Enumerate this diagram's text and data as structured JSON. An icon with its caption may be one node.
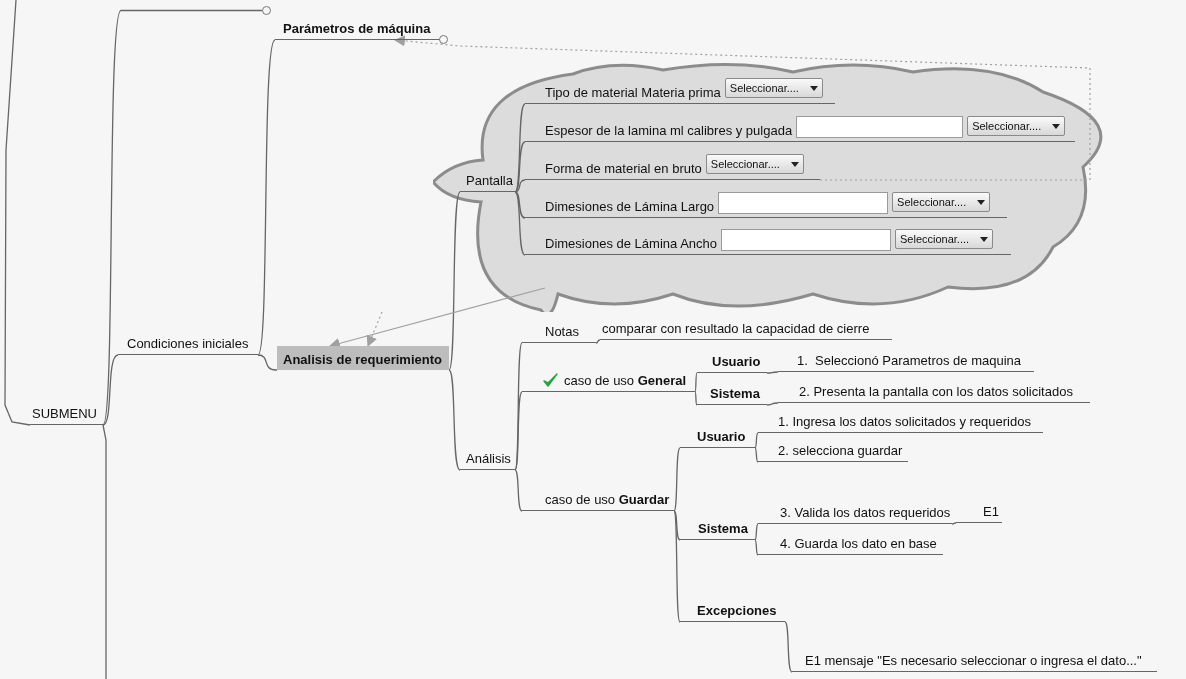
{
  "diagram": {
    "nodes": [
      {
        "text": [
          "SUBMENU"
        ]
      },
      {
        "text": [],
        "shape": "circle"
      },
      {
        "text": [
          "Condiciones iniciales"
        ]
      },
      {
        "text": [
          "Parámetros de máquina"
        ]
      },
      {
        "text": [
          "Analisis de requerimiento"
        ]
      },
      {
        "text": [],
        "shape": "cloud"
      },
      {
        "text": [
          "Pantalla"
        ],
        "in": 5
      },
      {
        "text": [
          "Tipo de material Materia prima",
          "Seleccionar...."
        ],
        "in": 5
      },
      {
        "text": [
          "Espesor de la lamina ml calibres y pulgada",
          "Seleccionar...."
        ],
        "in": 5
      },
      {
        "text": [
          "Forma de material en bruto",
          "Seleccionar...."
        ],
        "in": 5
      },
      {
        "text": [
          "Dimesiones de Lámina Largo",
          "Seleccionar...."
        ],
        "in": 5
      },
      {
        "text": [
          "Dimesiones de Lámina Ancho",
          "Seleccionar...."
        ],
        "in": 5
      },
      {
        "text": [
          "Análisis"
        ]
      },
      {
        "text": [
          "Notas"
        ]
      },
      {
        "text": [
          "comparar con resultado la capacidad de cierre"
        ]
      },
      {
        "text": [
          "caso de uso **General**"
        ]
      },
      {
        "text": [
          "Usuario"
        ]
      },
      {
        "text": [
          "1.  Seleccionó Parametros de maquina"
        ]
      },
      {
        "text": [
          "Sistema"
        ]
      },
      {
        "text": [
          "2. Presenta la pantalla con los datos solicitados"
        ]
      },
      {
        "text": [
          "caso de uso **Guardar**"
        ]
      },
      {
        "text": [
          "Usuario"
        ]
      },
      {
        "text": [
          "1. Ingresa los datos solicitados y requeridos"
        ]
      },
      {
        "text": [
          "2. selecciona guardar"
        ]
      },
      {
        "text": [
          "Sistema"
        ]
      },
      {
        "text": [
          "3. Valida los datos requeridos"
        ]
      },
      {
        "text": [
          "E1"
        ]
      },
      {
        "text": [
          "4. Guarda los dato en base"
        ]
      },
      {
        "text": [
          "Excepciones"
        ]
      },
      {
        "text": [
          "E1 mensaje \"Es necesario seleccionar o ingresa el dato...\""
        ]
      }
    ],
    "edges": [
      {
        "from": null,
        "to": 0,
        "arrow": "none"
      },
      {
        "from": 0,
        "to": null,
        "arrow": "none"
      },
      {
        "from": 0,
        "to": 1,
        "arrow": "none"
      },
      {
        "from": 0,
        "to": 2,
        "arrow": "none"
      },
      {
        "from": 2,
        "to": 3,
        "arrow": "none"
      },
      {
        "from": 2,
        "to": 4,
        "arrow": "none"
      },
      {
        "from": 4,
        "to": 6,
        "arrow": "none"
      },
      {
        "from": 4,
        "to": 12,
        "arrow": "none"
      },
      {
        "from": 6,
        "to": 7,
        "arrow": "none"
      },
      {
        "from": 6,
        "to": 8,
        "arrow": "none"
      },
      {
        "from": 6,
        "to": 9,
        "arrow": "none"
      },
      {
        "from": 6,
        "to": 10,
        "arrow": "none"
      },
      {
        "from": 6,
        "to": 11,
        "arrow": "none"
      },
      {
        "from": 12,
        "to": 13,
        "arrow": "none"
      },
      {
        "from": 12,
        "to": 15,
        "arrow": "none"
      },
      {
        "from": 12,
        "to": 20,
        "arrow": "none"
      },
      {
        "from": 13,
        "to": 14,
        "arrow": "none"
      },
      {
        "from": 15,
        "to": 16,
        "arrow": "none"
      },
      {
        "from": 15,
        "to": 18,
        "arrow": "none"
      },
      {
        "from": 16,
        "to": 17,
        "arrow": "none"
      },
      {
        "from": 18,
        "to": 19,
        "arrow": "none"
      },
      {
        "from": 20,
        "to": 21,
        "arrow": "none"
      },
      {
        "from": 20,
        "to": 24,
        "arrow": "none"
      },
      {
        "from": 20,
        "to": 28,
        "arrow": "none"
      },
      {
        "from": 21,
        "to": 22,
        "arrow": "none"
      },
      {
        "from": 21,
        "to": 23,
        "arrow": "none"
      },
      {
        "from": 24,
        "to": 25,
        "arrow": "none"
      },
      {
        "from": 24,
        "to": 27,
        "arrow": "none"
      },
      {
        "from": 25,
        "to": 26,
        "arrow": "none"
      },
      {
        "from": 28,
        "to": 29,
        "arrow": "none"
      },
      {
        "from": 9,
        "to": 3,
        "arrow": "to",
        "style": "dashed",
        "color": "#a0a0a0"
      },
      {
        "from": 5,
        "to": 4,
        "arrow": "to",
        "color": "#a0a0a0"
      },
      {
        "from": null,
        "to": 4,
        "arrow": "to",
        "style": "dashed",
        "color": "#a0a0a0"
      }
    ]
  }
}
